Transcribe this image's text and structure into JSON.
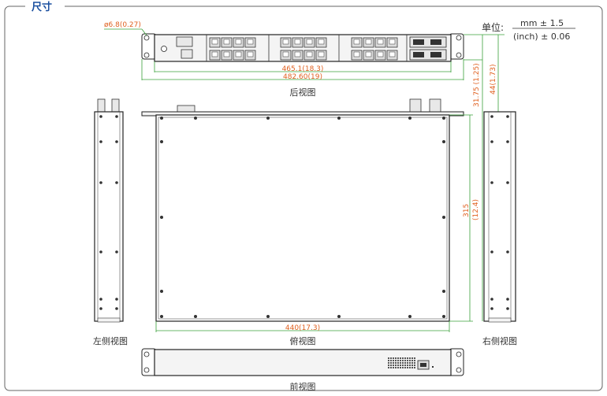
{
  "header": {
    "title": "尺寸"
  },
  "units": {
    "label": "单位:",
    "metric": "mm ± 1.5",
    "imperial": "(inch) ± 0.06"
  },
  "dimensions": {
    "hole": "ø6.8(0.27)",
    "inner_width": "465.1(18.3)",
    "outer_width": "482.60(19)",
    "height_small": "31.75 (1.25)",
    "height_total": "44(1.73)",
    "depth_mm": "315",
    "depth_in": "(12.4)",
    "body_width": "440(17.3)"
  },
  "views": {
    "rear": "后视图",
    "top": "俯视图",
    "left": "左侧视图",
    "right": "右侧视图",
    "front": "前视图"
  },
  "colors": {
    "dimension": "#e06020",
    "extension": "#3aa03a",
    "outline": "#222222",
    "header": "#1a4fa0",
    "panel": "#f4f4f4",
    "port": "#dcdcdc"
  },
  "rear_panel": {
    "port_groups": 3,
    "ports_per_row": 4,
    "rows": 2,
    "fiber_modules": 2
  }
}
